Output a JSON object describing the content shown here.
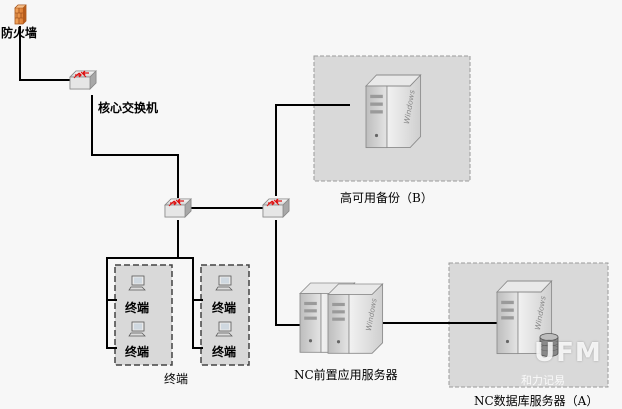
{
  "labels": {
    "firewall": "防火墙",
    "core_switch": "核心交换机",
    "ha_backup": "高可用备份（B）",
    "terminal_area": "终端",
    "terminal": "终端",
    "nc_front_server": "NC前置应用服务器",
    "nc_db_server": "NC数据库服务器（A）"
  },
  "server_brand": "Windows",
  "watermark": {
    "logo": "UFM",
    "text": "和力记易"
  },
  "colors": {
    "line": "#000000",
    "group_bg": "#d9d9d9",
    "group_border": "#9a9a9a",
    "firewall": "#e88a3a"
  }
}
